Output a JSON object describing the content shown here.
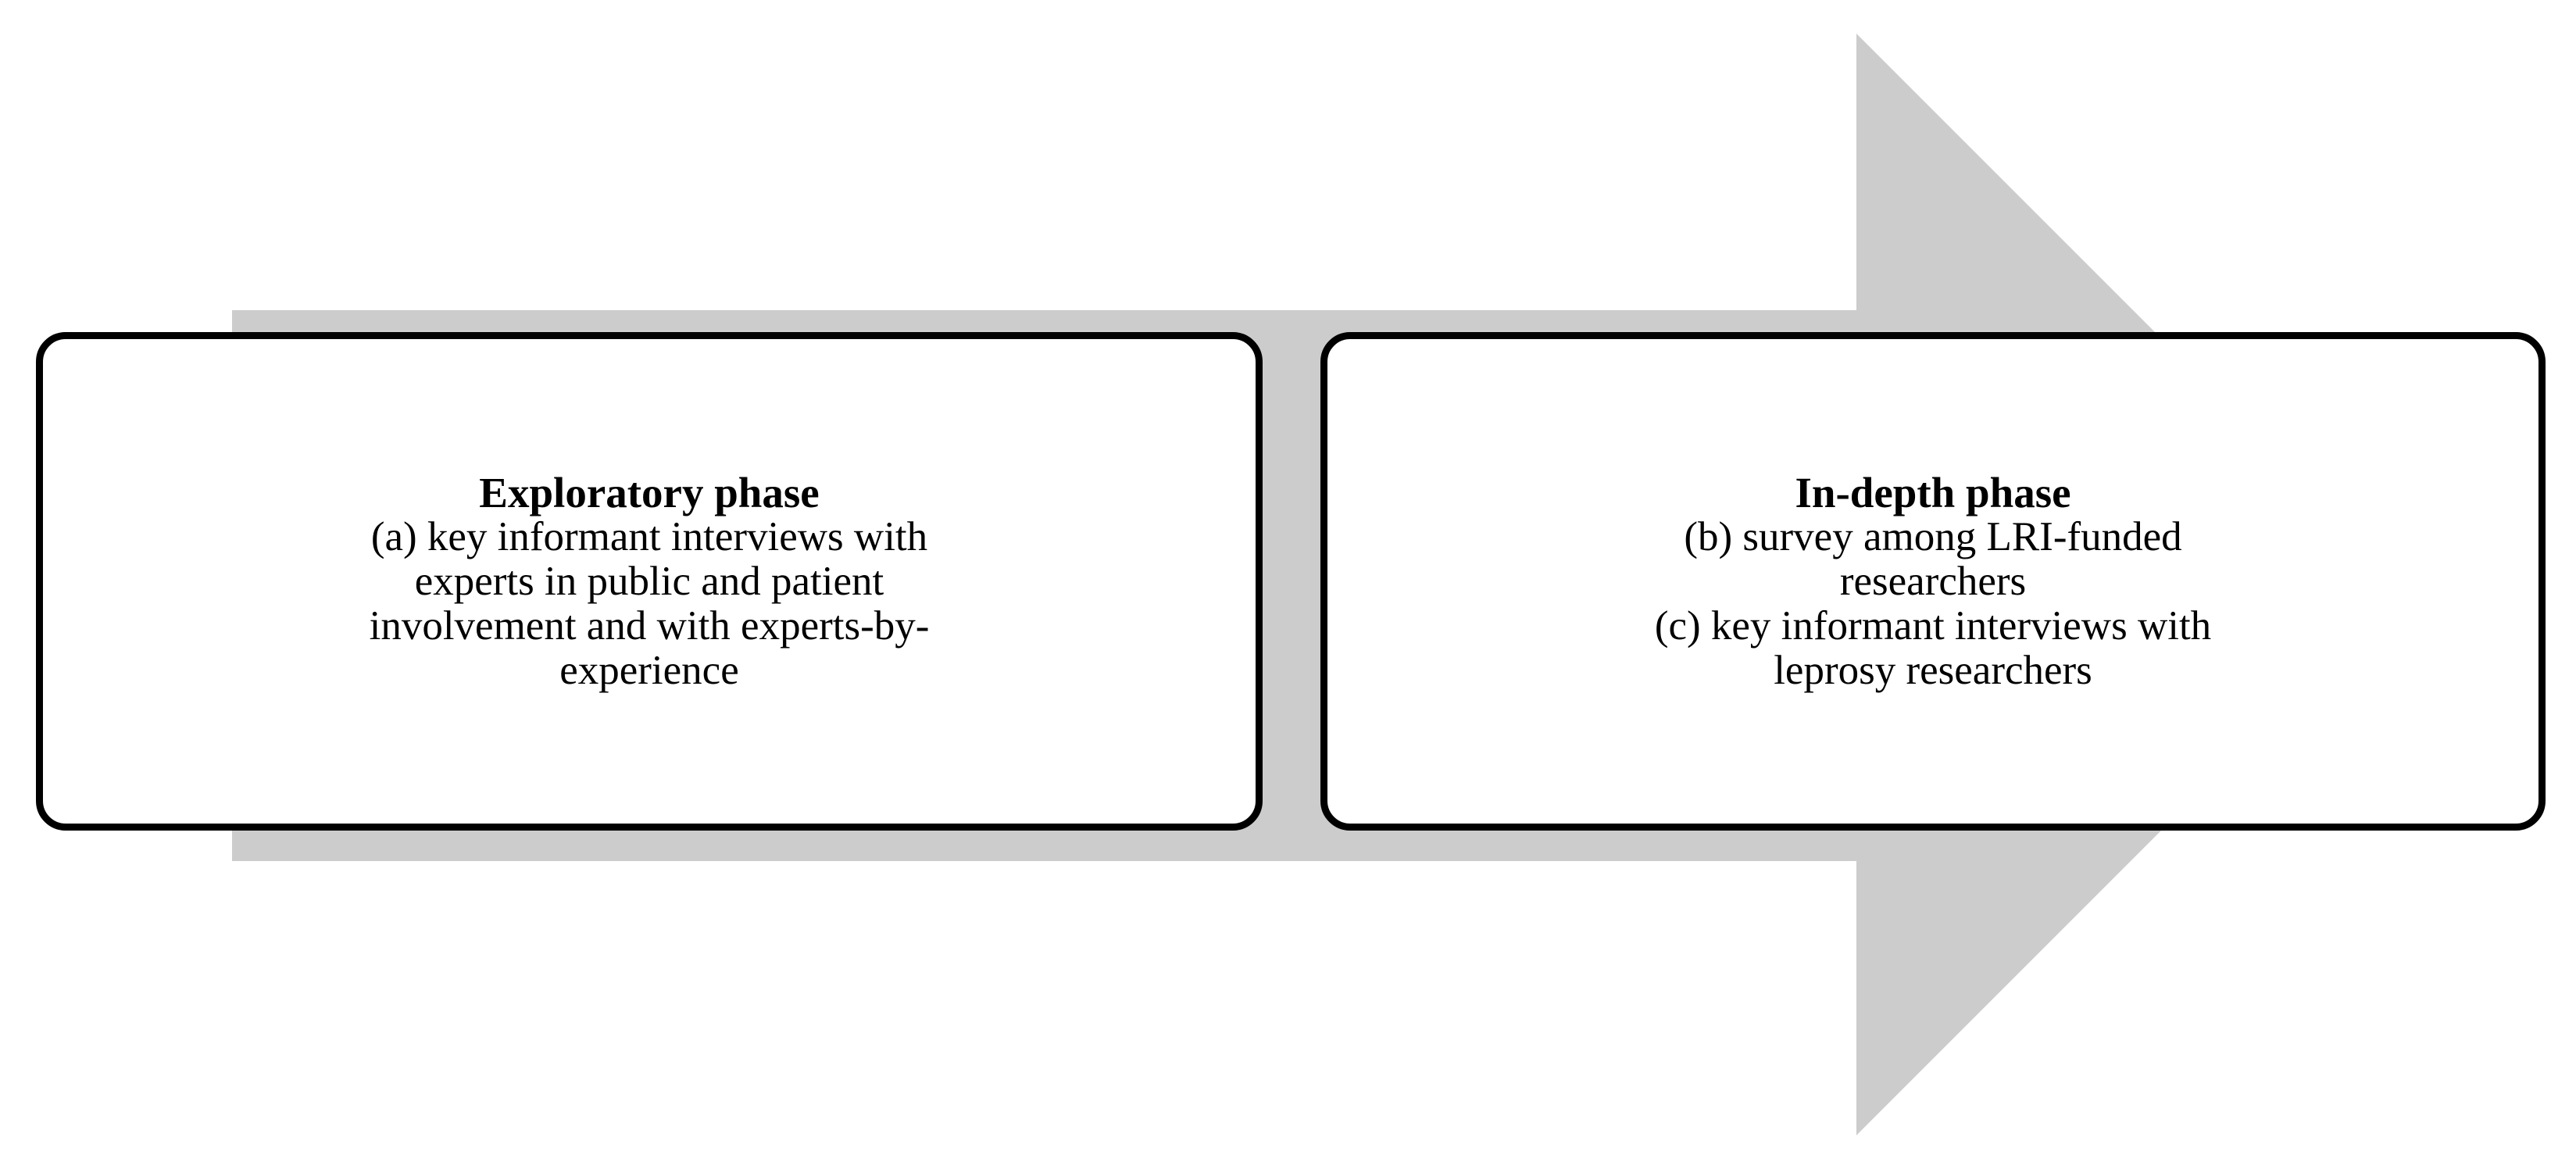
{
  "figure": {
    "type": "process-flow-diagram",
    "orientation": "left-to-right",
    "background_color": "#ffffff",
    "arrow": {
      "name": "right-pointing-block-arrow",
      "fill_color": "#cccccc",
      "direction": "right"
    },
    "box_style": {
      "border_color": "#000000",
      "fill_color": "#ffffff",
      "corner": "rounded"
    }
  },
  "boxes": [
    {
      "id": "exploratory",
      "title": "Exploratory phase",
      "lines": [
        "(a) key informant interviews with",
        "experts in public and patient",
        "involvement and with experts-by-",
        "experience"
      ]
    },
    {
      "id": "indepth",
      "title": "In-depth phase",
      "lines": [
        "(b) survey among LRI-funded",
        "researchers",
        "(c) key informant interviews with",
        "leprosy researchers"
      ]
    }
  ]
}
